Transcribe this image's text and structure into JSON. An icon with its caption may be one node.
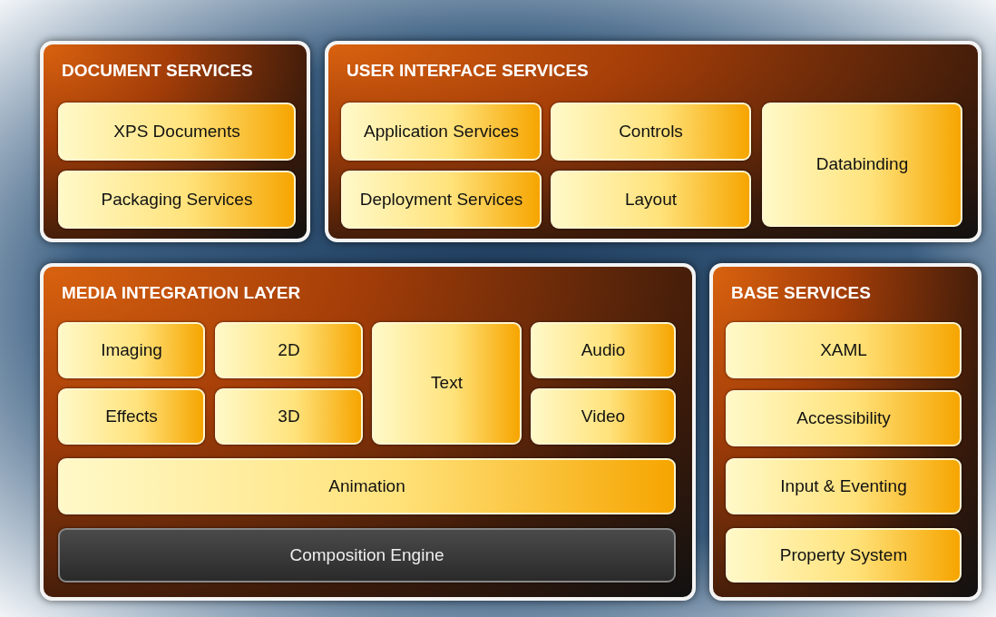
{
  "diagram": {
    "nodes": [
      {
        "text": [
          "DOCUMENT SERVICES"
        ]
      },
      {
        "text": [
          "XPS Documents"
        ],
        "in": 0
      },
      {
        "text": [
          "Packaging Services"
        ],
        "in": 0
      },
      {
        "text": [
          "USER INTERFACE SERVICES"
        ]
      },
      {
        "text": [
          "Application Services"
        ],
        "in": 3
      },
      {
        "text": [
          "Controls"
        ],
        "in": 3
      },
      {
        "text": [
          "Databinding"
        ],
        "in": 3
      },
      {
        "text": [
          "Deployment Services"
        ],
        "in": 3
      },
      {
        "text": [
          "Layout"
        ],
        "in": 3
      },
      {
        "text": [
          "MEDIA INTEGRATION LAYER"
        ]
      },
      {
        "text": [
          "Imaging"
        ],
        "in": 9
      },
      {
        "text": [
          "2D"
        ],
        "in": 9
      },
      {
        "text": [
          "Text"
        ],
        "in": 9
      },
      {
        "text": [
          "Audio"
        ],
        "in": 9
      },
      {
        "text": [
          "Effects"
        ],
        "in": 9
      },
      {
        "text": [
          "3D"
        ],
        "in": 9
      },
      {
        "text": [
          "Video"
        ],
        "in": 9
      },
      {
        "text": [
          "Animation"
        ],
        "in": 9
      },
      {
        "text": [
          "Composition Engine"
        ],
        "in": 9
      },
      {
        "text": [
          "BASE SERVICES"
        ]
      },
      {
        "text": [
          "XAML"
        ],
        "in": 19
      },
      {
        "text": [
          "Accessibility"
        ],
        "in": 19
      },
      {
        "text": [
          "Input & Eventing"
        ],
        "in": 19
      },
      {
        "text": [
          "Property System"
        ],
        "in": 19
      }
    ]
  }
}
